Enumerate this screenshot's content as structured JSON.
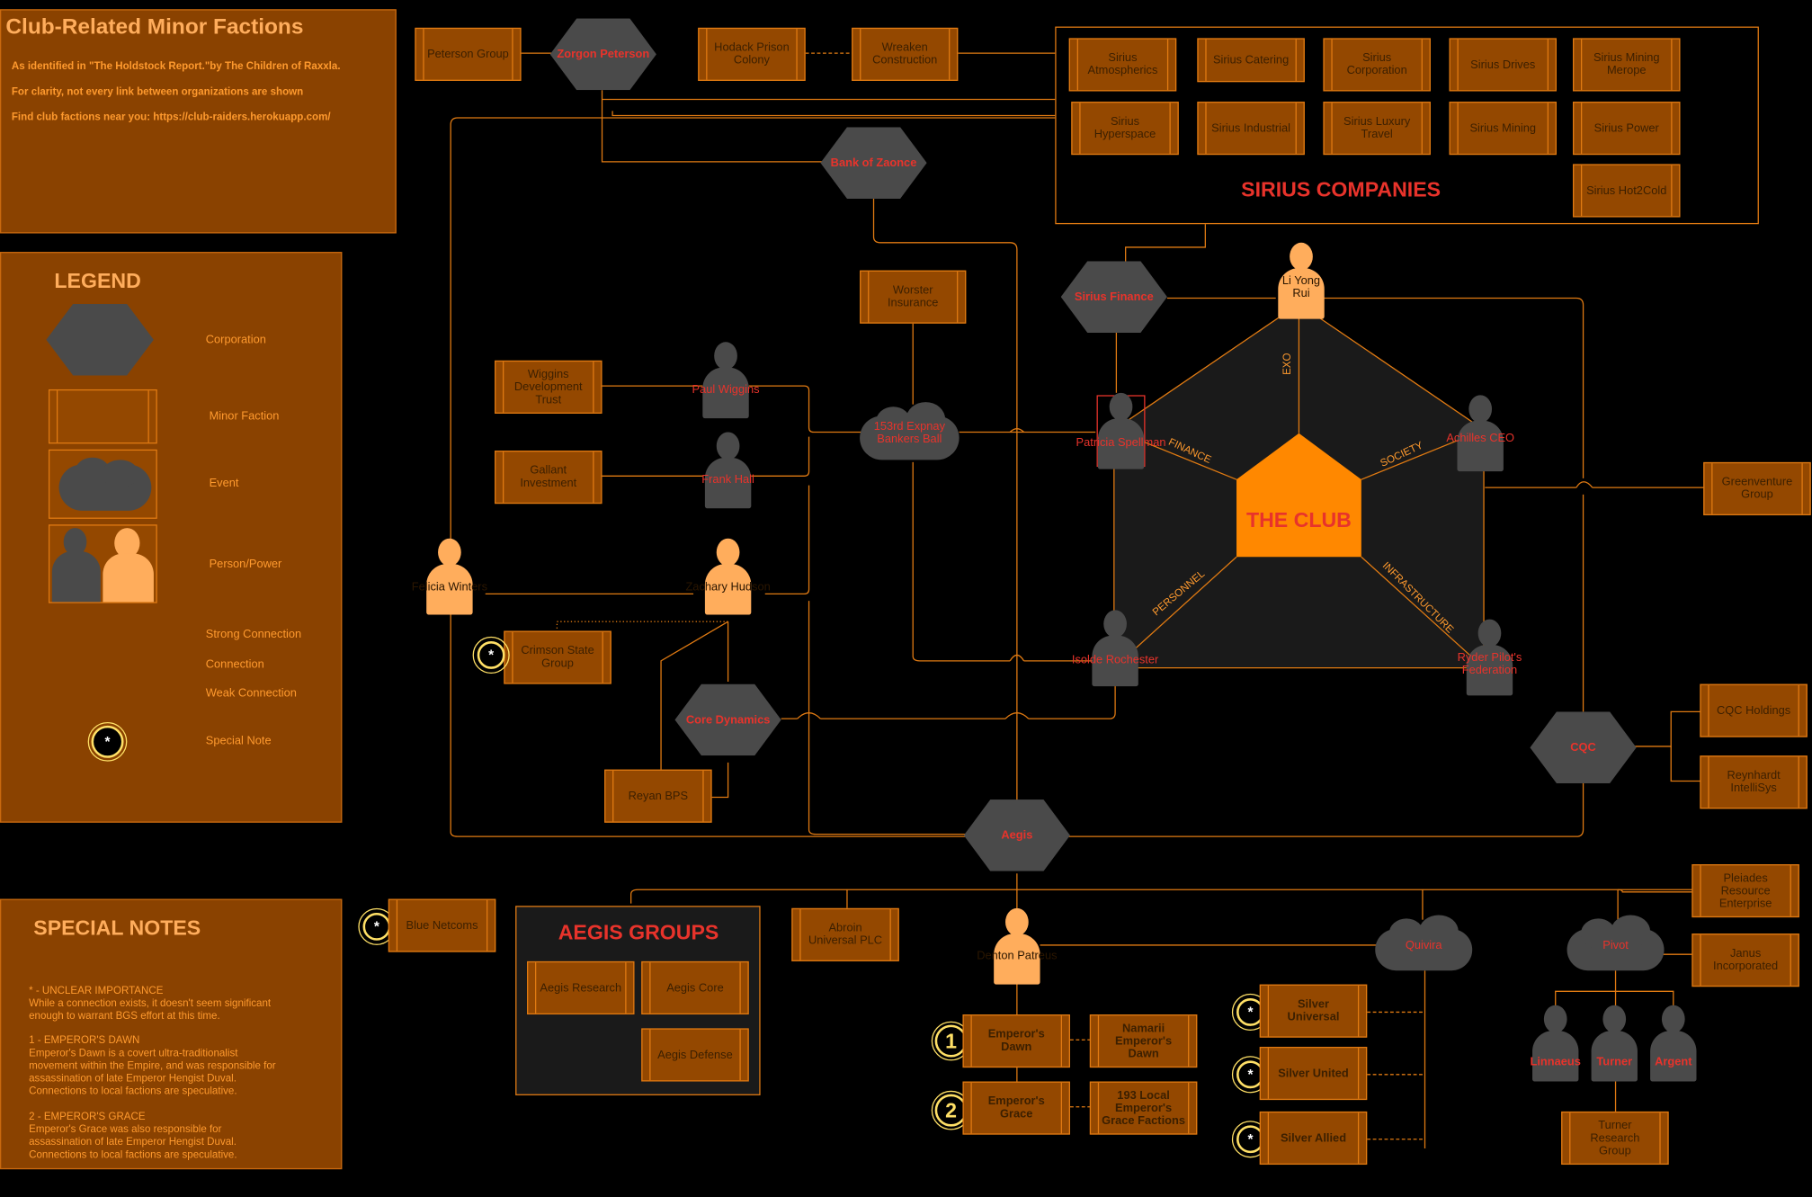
{
  "header": {
    "title": "Club-Related Minor Factions",
    "lines": [
      "As identified in \"The Holdstock Report.\"by The Children of Raxxla.",
      "For clarity, not every link between organizations are shown",
      "Find club factions near you: https://club-raiders.herokuapp.com/"
    ]
  },
  "legend": {
    "title": "LEGEND",
    "items": [
      "Corporation",
      "Minor Faction",
      "Event",
      "Person/Power",
      "Strong Connection",
      "Connection",
      "Weak Connection",
      "Special Note"
    ],
    "note_symbol": "*"
  },
  "special_notes": {
    "title": "SPECIAL NOTES",
    "blocks": [
      {
        "heading": "* - UNCLEAR IMPORTANCE",
        "lines": [
          "While a connection exists, it doesn't seem significant",
          "enough to warrant BGS effort at this time."
        ]
      },
      {
        "heading": "1 - EMPEROR'S DAWN",
        "lines": [
          "Emperor's Dawn is a covert ultra-traditionalist",
          "movement within the Empire, and was responsible for",
          "assassination of late Emperor Hengist Duval.",
          "Connections to local factions are speculative."
        ]
      },
      {
        "heading": "2 - EMPEROR'S GRACE",
        "lines": [
          "Emperor's Grace was also responsible for",
          "assassination of late Emperor Hengist Duval.",
          "Connections to local factions are speculative."
        ]
      }
    ]
  },
  "sirius": {
    "title": "SIRIUS COMPANIES",
    "companies": [
      "Sirius Atmospherics",
      "Sirius Catering",
      "Sirius Corporation",
      "Sirius Drives",
      "Sirius Mining Merope",
      "Sirius Hyperspace",
      "Sirius Industrial",
      "Sirius Luxury Travel",
      "Sirius Mining",
      "Sirius Power",
      "Sirius Hot2Cold"
    ]
  },
  "club": {
    "title": "THE CLUB",
    "spokes": [
      "EXO",
      "FINANCE",
      "SOCIETY",
      "PERSONNEL",
      "INFRASTRUCTURE"
    ]
  },
  "corporations": {
    "zorgon": "Zorgon Peterson",
    "bank": "Bank of Zaonce",
    "sirius_finance": "Sirius Finance",
    "core": "Core Dynamics",
    "cqc": "CQC",
    "aegis": "Aegis"
  },
  "minor_factions": {
    "peterson": "Peterson Group",
    "hodack": "Hodack Prison Colony",
    "wreaken": "Wreaken Construction",
    "worster": "Worster Insurance",
    "wiggins": "Wiggins Development Trust",
    "gallant": "Gallant Investment",
    "crimson": "Crimson State Group",
    "reyan": "Reyan BPS",
    "greenventure": "Greenventure Group",
    "cqc_holdings": "CQC Holdings",
    "reynhardt": "Reynhardt IntelliSys",
    "blue": "Blue Netcoms",
    "abroin": "Abroin Universal PLC",
    "pleiades": "Pleiades Resource Enterprise",
    "janus": "Janus Incorporated",
    "emperors_dawn": "Emperor's Dawn",
    "namarii": "Namarii Emperor's Dawn",
    "emperors_grace": "Emperor's Grace",
    "local_grace": "193 Local Emperor's Grace Factions",
    "silver_universal": "Silver Universal",
    "silver_united": "Silver United",
    "silver_allied": "Silver Allied",
    "turner_research": "Turner Research Group"
  },
  "aegis_groups": {
    "title": "AEGIS GROUPS",
    "items": [
      "Aegis Research",
      "Aegis Core",
      "Aegis Defense"
    ]
  },
  "events": {
    "ball": "153rd Expnay Bankers Ball",
    "quivira": "Quivira",
    "pivot": "Pivot"
  },
  "persons": {
    "li": "Li Yong Rui",
    "paul": "Paul Wiggins",
    "frank": "Frank Hall",
    "felicia": "Felicia Winters",
    "zachary": "Zachary Hudson",
    "patricia": "Patricia Spellman",
    "achilles": "Achilles CEO",
    "isolde": "Isolde Rochester",
    "ryder": "Ryder Pilot's Federation",
    "denton": "Denton Patreus",
    "linnaeus": "Linnaeus",
    "turner": "Turner",
    "argent": "Argent"
  },
  "note_numbers": [
    "1",
    "2"
  ],
  "colors": {
    "background": "#000000",
    "orange": "#ff8800",
    "line": "#e07a12",
    "panel": "#8a4200",
    "red_text": "#e8332b",
    "grey": "#4a4a4a",
    "note_ring": "#ffe066"
  }
}
